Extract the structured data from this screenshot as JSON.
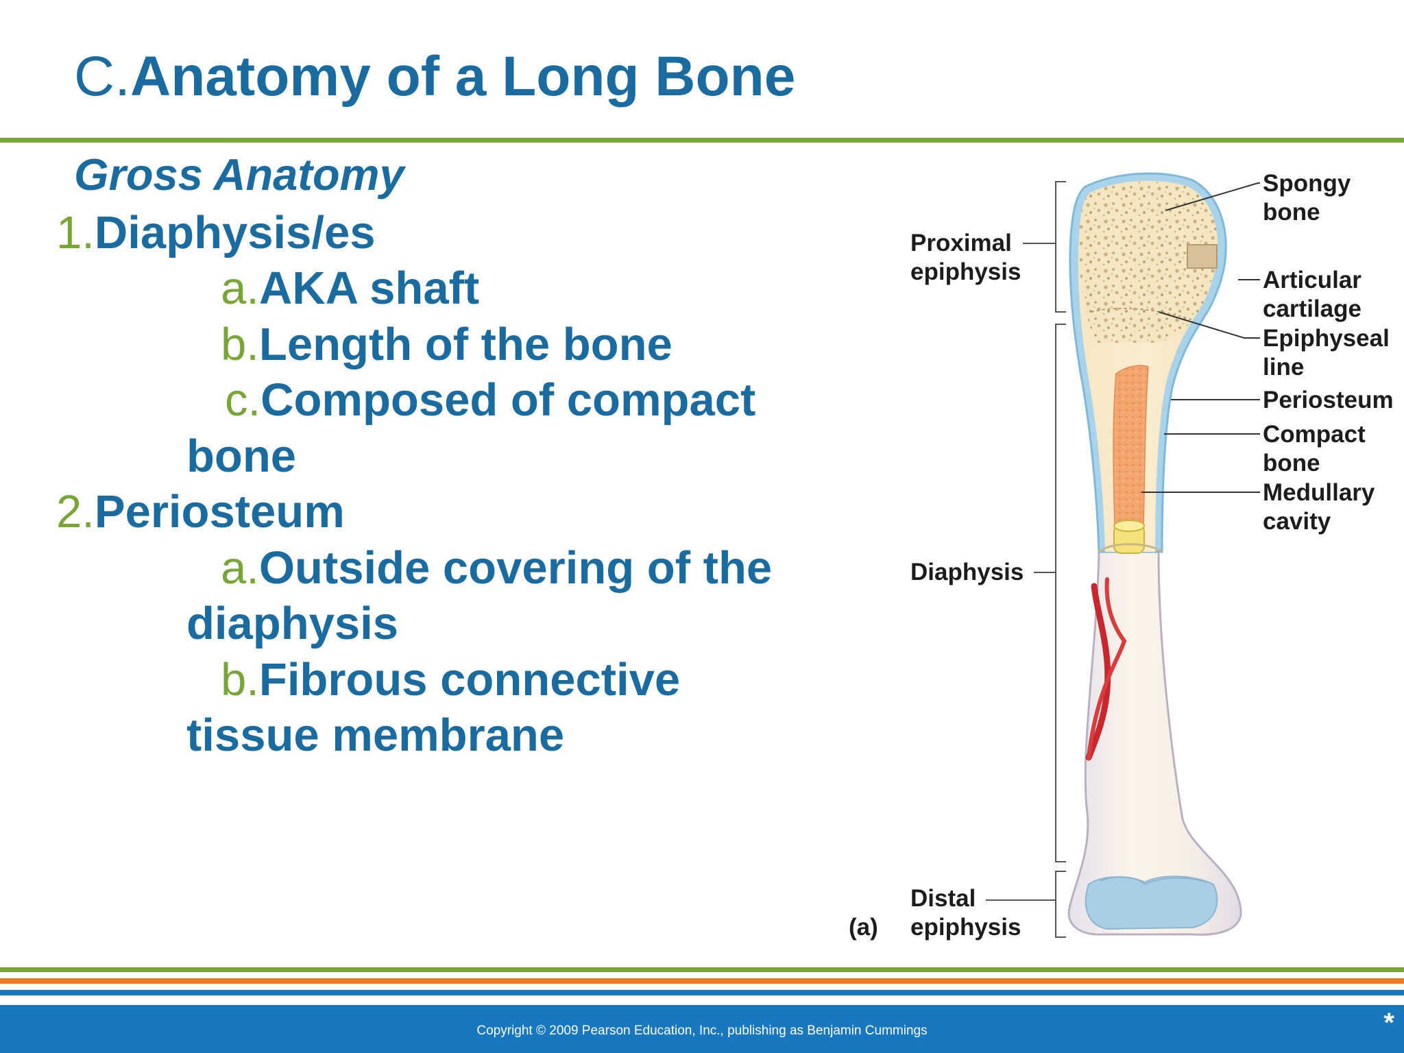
{
  "slide": {
    "title_prefix": "C.",
    "title_main": "Anatomy of a Long Bone",
    "subheading": "Gross Anatomy"
  },
  "outline": [
    {
      "marker": "1.",
      "text": "Diaphysis/es"
    },
    {
      "marker": "a.",
      "text": "AKA shaft"
    },
    {
      "marker": "b.",
      "text": "Length of the bone"
    },
    {
      "marker": "c.",
      "text": "Composed of compact"
    },
    {
      "marker": "",
      "text": "bone"
    },
    {
      "marker": "2.",
      "text": "Periosteum"
    },
    {
      "marker": "a.",
      "text": "Outside covering of the"
    },
    {
      "marker": "",
      "text": "diaphysis"
    },
    {
      "marker": "b.",
      "text": "Fibrous connective"
    },
    {
      "marker": "",
      "text": "tissue membrane"
    }
  ],
  "figure": {
    "left_labels": {
      "proximal_1": "Proximal",
      "proximal_2": "epiphysis",
      "diaphysis": "Diaphysis",
      "distal_1": "Distal",
      "distal_2": "epiphysis",
      "panel": "(a)"
    },
    "right_labels": {
      "spongy_1": "Spongy",
      "spongy_2": "bone",
      "articular_1": "Articular",
      "articular_2": "cartilage",
      "epiphyseal_1": "Epiphyseal",
      "epiphyseal_2": "line",
      "periosteum": "Periosteum",
      "compact_1": "Compact",
      "compact_2": "bone",
      "medullary_1": "Medullary",
      "medullary_2": "cavity"
    }
  },
  "footer": {
    "copyright": "Copyright © 2009 Pearson Education, Inc., publishing as Benjamin Cummings",
    "star": "*"
  },
  "colors": {
    "title_blue": "#1a6ba0",
    "accent_green": "#77a637",
    "accent_orange": "#f07d24",
    "footer_blue": "#1778bf"
  }
}
